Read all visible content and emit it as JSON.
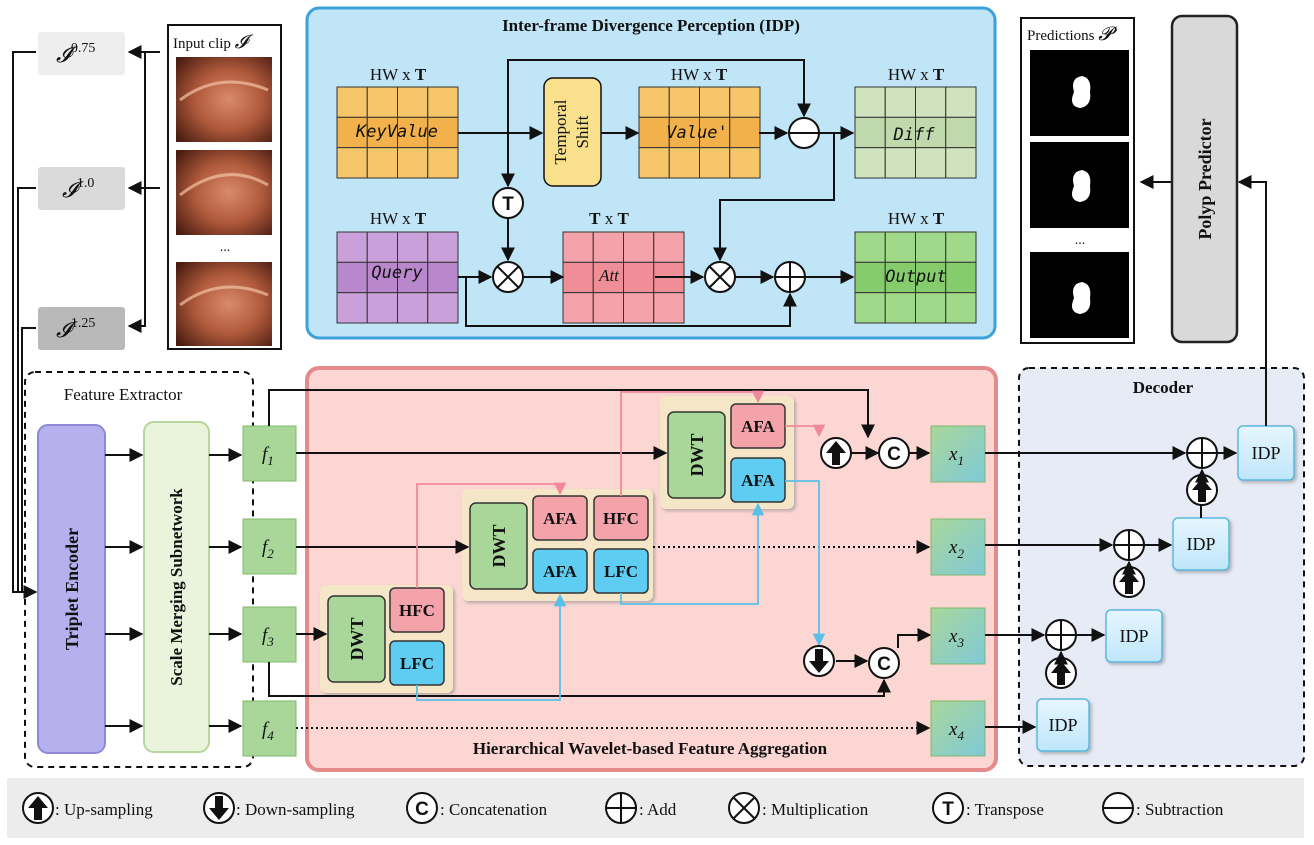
{
  "input": {
    "label": "Input clip ",
    "symbol": "𝓘",
    "ellipsis": "...",
    "scales": [
      {
        "base": "𝓘",
        "exp": "0.75"
      },
      {
        "base": "𝓘",
        "exp": "1.0"
      },
      {
        "base": "𝓘",
        "exp": "1.25"
      }
    ]
  },
  "idp": {
    "title": "Inter-frame Divergence Perception (IDP)",
    "hw": "HW x ",
    "T": "T",
    "tt_mid": " x ",
    "keyvalue": "KeyValue",
    "value_prime": "Value'",
    "diff": "Diff",
    "query": "Query",
    "att": "Att",
    "output": "Output",
    "temporal": "Temporal",
    "shift": "Shift",
    "transpose_symbol": "T",
    "colors": {
      "orange": "#f7c66a",
      "green": "#cfe3bf",
      "purple": "#c9a0d9",
      "pink": "#f5a3ab",
      "brightgreen": "#9fd989",
      "yellow": "#f9e08c"
    }
  },
  "feature_extractor": {
    "title": "Feature Extractor",
    "triplet_encoder": "Triplet Encoder",
    "scale_merging": "Scale Merging Subnetwork",
    "features": [
      {
        "base": "f",
        "sub": "1"
      },
      {
        "base": "f",
        "sub": "2"
      },
      {
        "base": "f",
        "sub": "3"
      },
      {
        "base": "f",
        "sub": "4"
      }
    ]
  },
  "hwfa": {
    "title": "Hierarchical Wavelet-based Feature Aggregation",
    "dwt": "DWT",
    "afa": "AFA",
    "hfc": "HFC",
    "lfc": "LFC",
    "concat_symbol": "C",
    "outputs": [
      {
        "base": "x",
        "sub": "1"
      },
      {
        "base": "x",
        "sub": "2"
      },
      {
        "base": "x",
        "sub": "3"
      },
      {
        "base": "x",
        "sub": "4"
      }
    ]
  },
  "decoder": {
    "title": "Decoder",
    "idp": "IDP"
  },
  "predictor": {
    "label": "Polyp Predictor",
    "predictions_label": "Predictions ",
    "predictions_symbol": "𝓟",
    "ellipsis": "..."
  },
  "legend": [
    {
      "icon": "up-sampling",
      "label": ": Up-sampling"
    },
    {
      "icon": "down-sampling",
      "label": ": Down-sampling"
    },
    {
      "icon": "concatenation",
      "label": ": Concatenation",
      "symbol": "C"
    },
    {
      "icon": "add",
      "label": ": Add"
    },
    {
      "icon": "multiplication",
      "label": ": Multiplication"
    },
    {
      "icon": "transpose",
      "label": ": Transpose",
      "symbol": "T"
    },
    {
      "icon": "subtraction",
      "label": ": Subtraction"
    }
  ]
}
